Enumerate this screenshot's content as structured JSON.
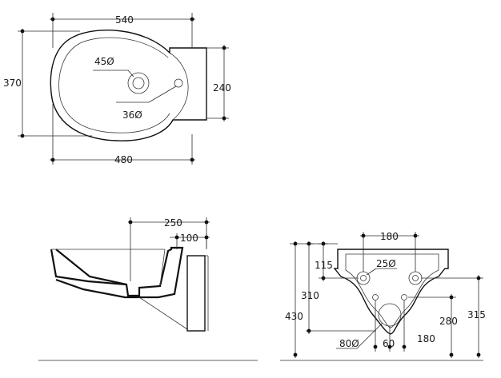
{
  "top_view": {
    "width_total": "540",
    "depth_total": "370",
    "width_basin": "480",
    "deck_depth": "240",
    "outlet_dia": "45Ø",
    "taphole_dia": "36Ø"
  },
  "side_view": {
    "depth_to_drain": "250",
    "wall_offset": "100"
  },
  "back_view": {
    "fixing_spacing": "180",
    "top_to_fixing": "115",
    "fixing_dia": "25Ø",
    "fixing_height": "310",
    "total_height": "430",
    "drain_dia": "80Ø",
    "drain_offset": "60",
    "drain_width": "180",
    "inlet_height": "280",
    "outlet_height": "315"
  }
}
